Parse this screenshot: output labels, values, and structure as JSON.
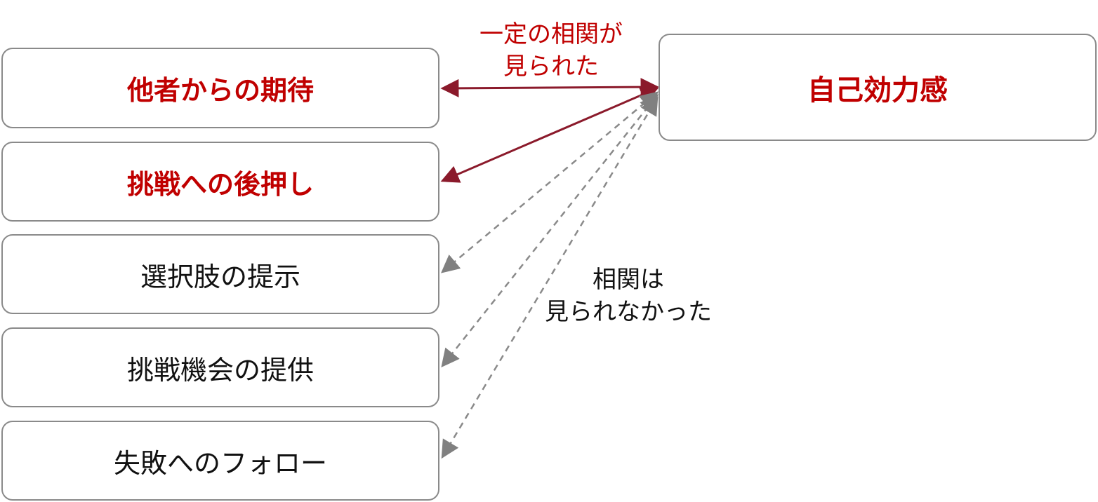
{
  "boxes": {
    "expectation": "他者からの期待",
    "push": "挑戦への後押し",
    "options": "選択肢の提示",
    "opportunity": "挑戦機会の提供",
    "follow": "失敗へのフォロー",
    "self_efficacy": "自己効力感"
  },
  "notes": {
    "correlated_line1": "一定の相関が",
    "correlated_line2": "見られた",
    "not_correlated_line1": "相関は",
    "not_correlated_line2": "見られなかった"
  },
  "colors": {
    "accent": "#c00000",
    "arrow_solid": "#8b1a2b",
    "arrow_dashed": "#8a8a8a",
    "border": "#8a8a8a"
  }
}
